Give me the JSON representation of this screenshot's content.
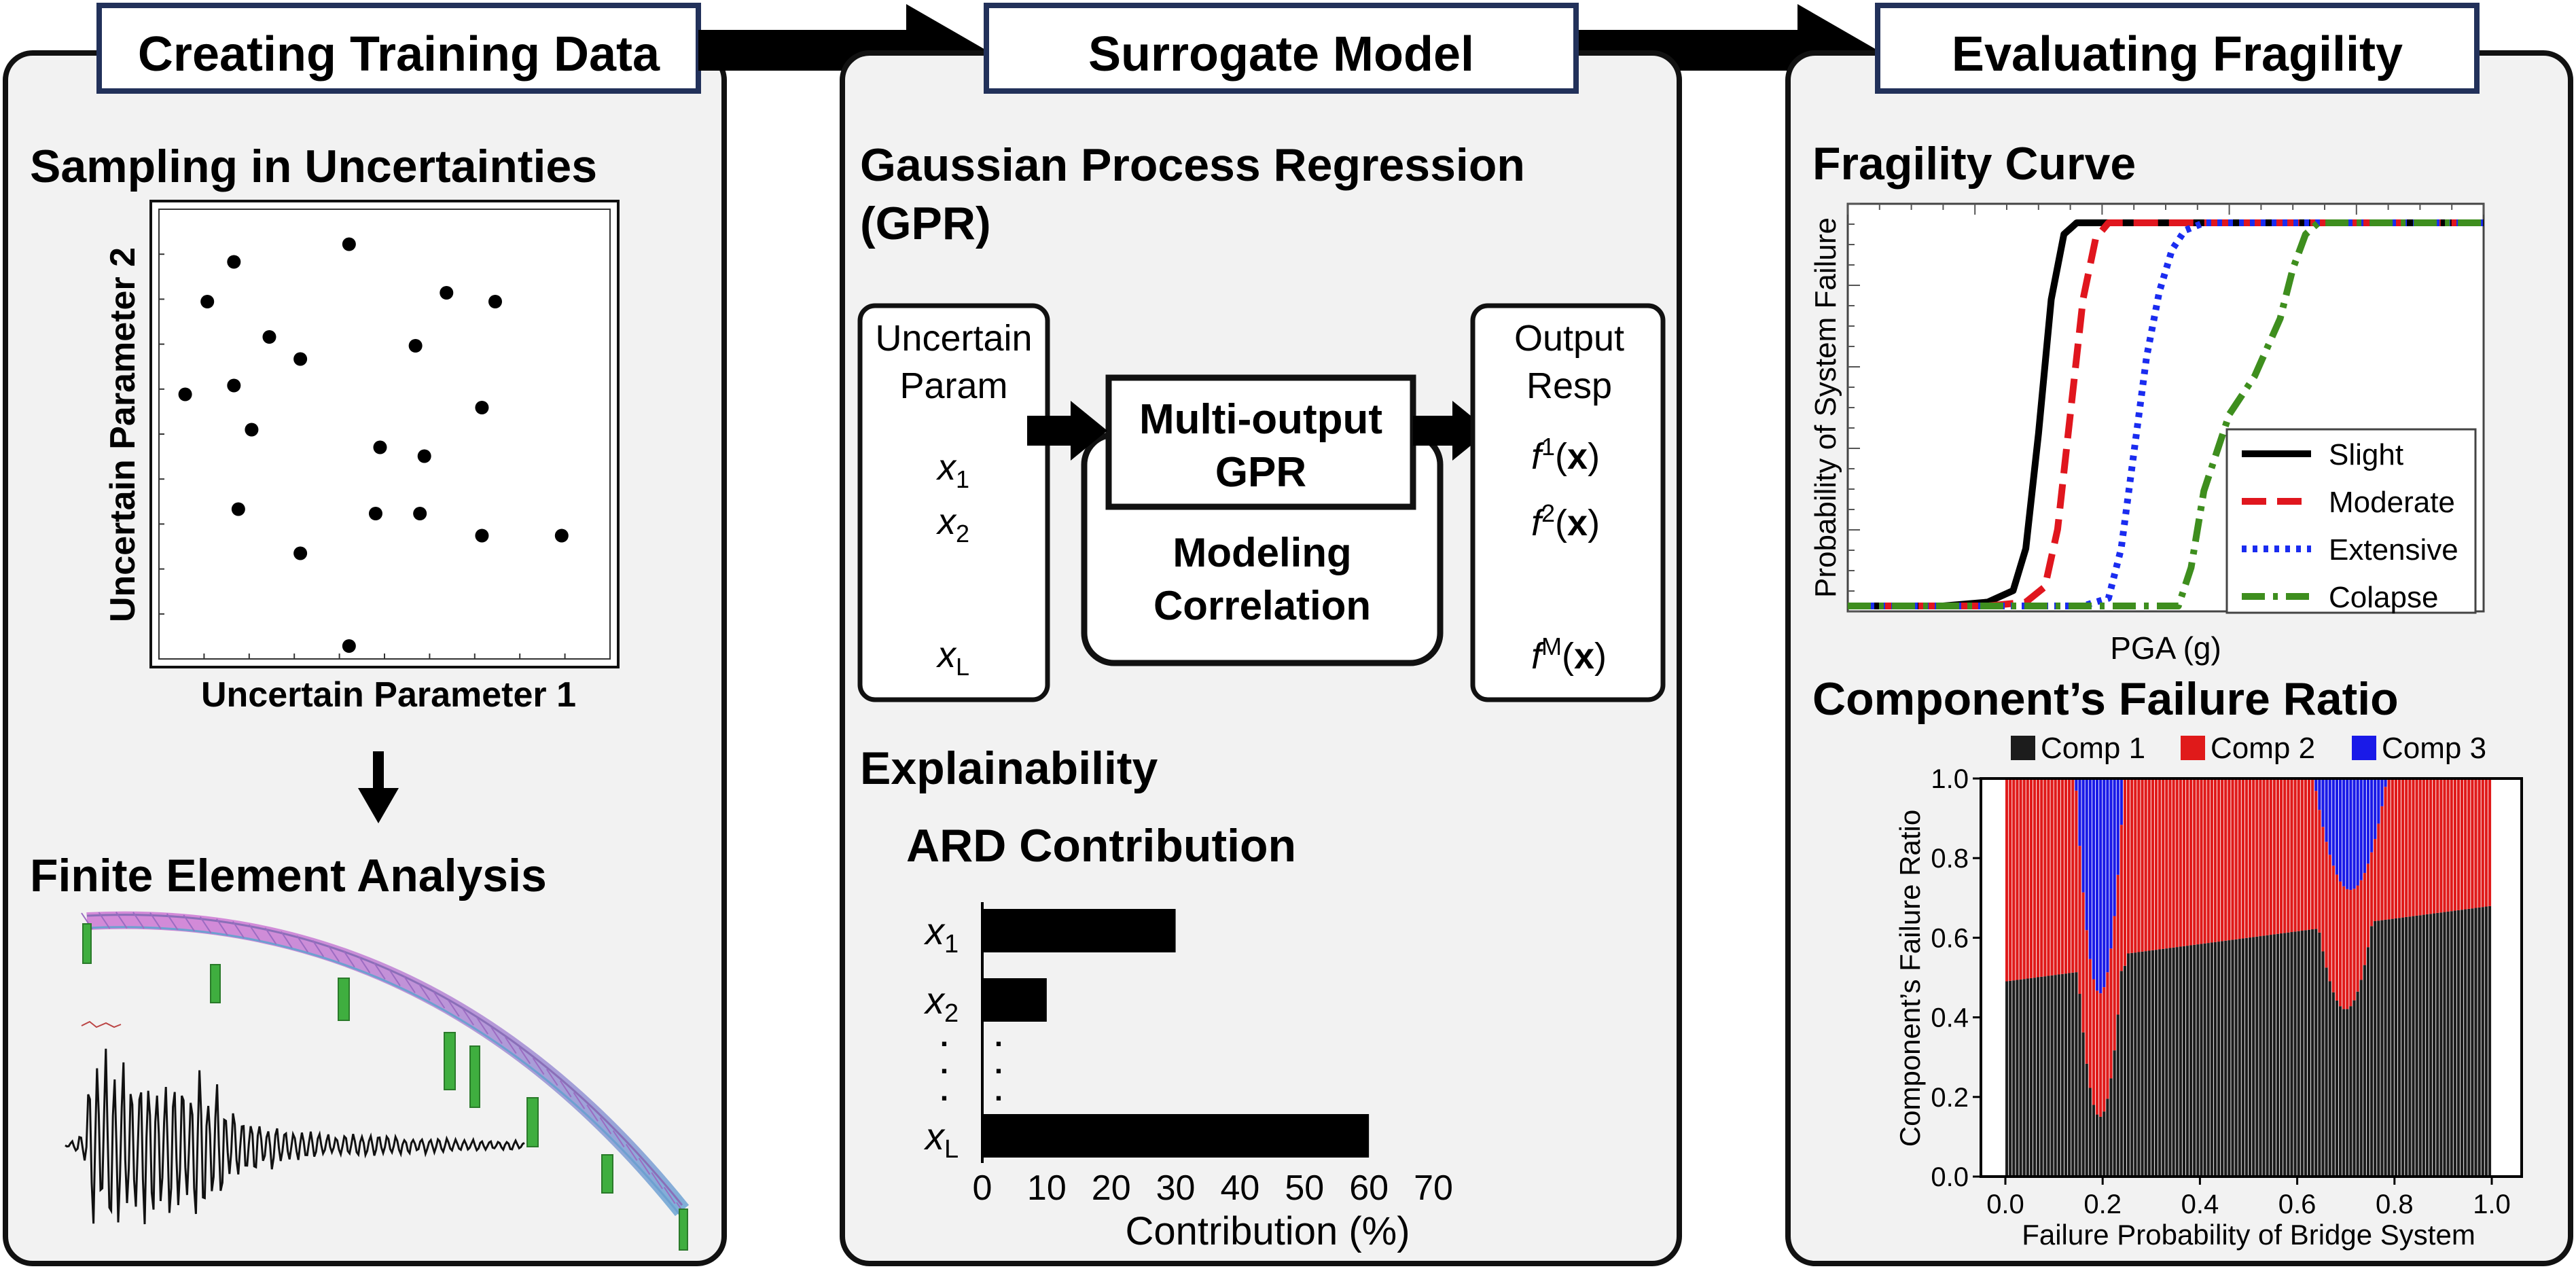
{
  "panels": {
    "training": {
      "title": "Creating Training Data",
      "sampling_heading": "Sampling in Uncertainties",
      "x_label": "Uncertain Parameter 1",
      "y_label": "Uncertain Parameter 2",
      "samples": [
        [
          0.05,
          0.59
        ],
        [
          0.1,
          0.8
        ],
        [
          0.16,
          0.89
        ],
        [
          0.24,
          0.72
        ],
        [
          0.2,
          0.51
        ],
        [
          0.31,
          0.67
        ],
        [
          0.42,
          0.93
        ],
        [
          0.49,
          0.47
        ],
        [
          0.57,
          0.7
        ],
        [
          0.64,
          0.82
        ],
        [
          0.59,
          0.45
        ],
        [
          0.72,
          0.56
        ],
        [
          0.75,
          0.8
        ],
        [
          0.9,
          0.27
        ],
        [
          0.72,
          0.27
        ],
        [
          0.58,
          0.32
        ],
        [
          0.48,
          0.32
        ],
        [
          0.16,
          0.61
        ],
        [
          0.31,
          0.23
        ],
        [
          0.17,
          0.33
        ],
        [
          0.42,
          0.02
        ]
      ],
      "fea_heading": "Finite Element Analysis"
    },
    "surrogate": {
      "title": "Surrogate Model",
      "gpr_heading_line1": "Gaussian Process Regression",
      "gpr_heading_line2": "(GPR)",
      "input_box": {
        "line1": "Uncertain",
        "line2": "Param",
        "x1": "x",
        "x1_sub": "1",
        "x2": "x",
        "x2_sub": "2",
        "xL": "x",
        "xL_sub": "L"
      },
      "model_box": {
        "line1": "Multi-output",
        "line2": "GPR"
      },
      "corr_box": {
        "line1": "Modeling",
        "line2": "Correlation"
      },
      "output_box": {
        "line1": "Output",
        "line2": "Resp",
        "f1_sup": "1",
        "f2_sup": "2",
        "fM_sup": "M",
        "f": "f",
        "arg": "(x)",
        "arg_open": "(",
        "arg_bold": "x",
        "arg_close": ")"
      },
      "explain_heading": "Explainability",
      "ard_heading": "ARD Contribution",
      "ard_chart": {
        "categories": [
          "x1",
          "x2",
          "xL"
        ],
        "values": [
          30,
          10,
          60
        ],
        "xticks": [
          "0",
          "10",
          "20",
          "30",
          "40",
          "50",
          "60",
          "70"
        ],
        "xlim": [
          0,
          70
        ],
        "xlabel": "Contribution (%)",
        "dots": ":"
      }
    },
    "fragility": {
      "title": "Evaluating Fragility",
      "curve_heading": "Fragility Curve",
      "ratio_heading": "Component’s Failure Ratio"
    }
  },
  "chart_data": [
    {
      "type": "line",
      "title": "Fragility Curve",
      "xlabel": "PGA (g)",
      "ylabel": "Probability of System Failure",
      "ylim": [
        0,
        1
      ],
      "legend_placement": "bottom-right",
      "series": [
        {
          "name": "Slight",
          "color": "#000000",
          "style": "solid",
          "x": [
            0,
            0.15,
            0.22,
            0.26,
            0.28,
            0.3,
            0.32,
            0.34,
            0.36,
            0.4,
            1.0
          ],
          "y": [
            0,
            0,
            0.01,
            0.04,
            0.15,
            0.45,
            0.8,
            0.97,
            1.0,
            1.0,
            1.0
          ]
        },
        {
          "name": "Moderate",
          "color": "#e0161e",
          "style": "dash",
          "x": [
            0,
            0.22,
            0.28,
            0.31,
            0.33,
            0.35,
            0.37,
            0.39,
            0.41,
            0.45,
            1.0
          ],
          "y": [
            0,
            0,
            0.01,
            0.05,
            0.2,
            0.5,
            0.8,
            0.96,
            1.0,
            1.0,
            1.0
          ]
        },
        {
          "name": "Extensive",
          "color": "#1a2cf0",
          "style": "dot",
          "x": [
            0,
            0.37,
            0.41,
            0.43,
            0.45,
            0.47,
            0.49,
            0.51,
            0.53,
            0.56,
            1.0
          ],
          "y": [
            0,
            0,
            0.02,
            0.15,
            0.4,
            0.65,
            0.82,
            0.93,
            0.98,
            1.0,
            1.0
          ]
        },
        {
          "name": "Colapse",
          "color": "#3e8e1e",
          "style": "dashdot",
          "x": [
            0,
            0.52,
            0.54,
            0.56,
            0.6,
            0.64,
            0.68,
            0.7,
            0.72,
            0.74,
            1.0
          ],
          "y": [
            0,
            0,
            0.1,
            0.3,
            0.5,
            0.6,
            0.75,
            0.88,
            0.97,
            1.0,
            1.0
          ]
        }
      ]
    },
    {
      "type": "bar",
      "stacked": true,
      "title": "Component’s Failure Ratio",
      "xlabel": "Failure Probability of Bridge System",
      "ylabel": "Component’s Failure Ratio",
      "xlim": [
        0,
        1
      ],
      "ylim": [
        0,
        1
      ],
      "xticks": [
        "0.0",
        "0.2",
        "0.4",
        "0.6",
        "0.8",
        "1.0"
      ],
      "yticks": [
        "0.0",
        "0.2",
        "0.4",
        "0.6",
        "0.8",
        "1.0"
      ],
      "legend_placement": "top",
      "series": [
        {
          "name": "Comp 1",
          "color": "#1c1c1c"
        },
        {
          "name": "Comp 2",
          "color": "#e01a1a"
        },
        {
          "name": "Comp 3",
          "color": "#1a1ae8"
        }
      ],
      "comp1_base": {
        "at0": 0.49,
        "at1": 0.68,
        "step_at": 0.25,
        "step_to": 0.56,
        "dips": [
          {
            "center": 0.195,
            "width": 0.045,
            "min": 0.15
          },
          {
            "center": 0.7,
            "width": 0.055,
            "min": 0.42
          }
        ]
      },
      "comp3_lobes": [
        {
          "center": 0.195,
          "width": 0.05,
          "depth": 0.54
        },
        {
          "center": 0.71,
          "width": 0.075,
          "depth": 0.28
        }
      ]
    }
  ]
}
